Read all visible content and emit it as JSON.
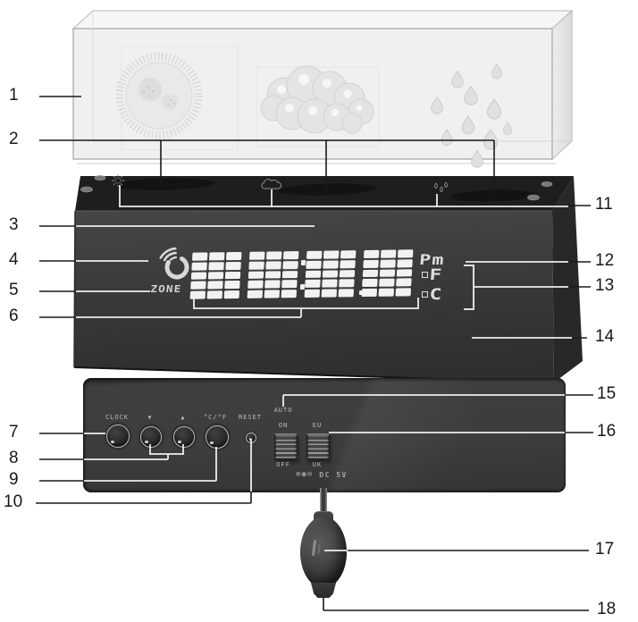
{
  "callouts": [
    {
      "num": "1"
    },
    {
      "num": "2"
    },
    {
      "num": "3"
    },
    {
      "num": "4"
    },
    {
      "num": "5"
    },
    {
      "num": "6"
    },
    {
      "num": "7"
    },
    {
      "num": "8"
    },
    {
      "num": "9"
    },
    {
      "num": "10"
    },
    {
      "num": "11"
    },
    {
      "num": "12"
    },
    {
      "num": "13"
    },
    {
      "num": "14"
    },
    {
      "num": "15"
    },
    {
      "num": "16"
    },
    {
      "num": "17"
    },
    {
      "num": "18"
    }
  ],
  "glass_panel": {
    "icons": [
      {
        "name": "sun-etched-icon"
      },
      {
        "name": "cloud-etched-icon"
      },
      {
        "name": "raindrops-etched-icon"
      }
    ]
  },
  "main_unit": {
    "top_icons": [
      {
        "name": "sun-marker-icon"
      },
      {
        "name": "cloud-marker-icon"
      },
      {
        "name": "rain-marker-icon"
      }
    ],
    "display": {
      "signal_icon": "radio-signal-icon",
      "zone_label": "ZONE",
      "pm_indicator": "Pm",
      "degree_f": "F",
      "degree_c": "C"
    }
  },
  "control_panel": {
    "buttons": [
      {
        "label": "CLOCK"
      },
      {
        "label": "▼"
      },
      {
        "label": "▲"
      },
      {
        "label": "°C/°F"
      },
      {
        "label": "RESET"
      }
    ],
    "switch_auto": {
      "top": "AUTO",
      "on": "ON",
      "off": "OFF"
    },
    "switch_region": {
      "eu": "EU",
      "uk": "UK"
    },
    "power": {
      "polarity": "⊕◉⊖",
      "label": "DC 5V"
    }
  },
  "colors": {
    "background": "#ffffff",
    "leader_dark": "#1a1a1a",
    "leader_light": "#ededed",
    "glass_fill": "#f0f0f0",
    "unit_top": "#1e1e1e",
    "unit_front": "#3a3a3a",
    "panel_fill": "#3c3c3c",
    "display_cell": "#f2f2f2",
    "display_text": "#dedede",
    "panel_text": "#bdbdbd"
  }
}
